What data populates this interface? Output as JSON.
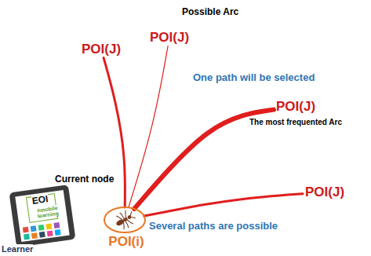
{
  "diagram": {
    "title": "Possible Arc",
    "nodes": [
      {
        "text": [
          "POI(J)"
        ]
      },
      {
        "text": [
          "POI(J)"
        ]
      },
      {
        "text": [
          "POI(J)"
        ]
      },
      {
        "text": [
          "POI(J)"
        ]
      },
      {
        "text": [
          "POI(i)"
        ]
      }
    ],
    "edges": [
      {
        "from": 4,
        "to": 1,
        "arrow": "none"
      },
      {
        "from": 4,
        "to": 0,
        "arrow": "none"
      },
      {
        "from": 4,
        "to": 2,
        "arrow": "none"
      },
      {
        "from": 4,
        "to": 3,
        "arrow": "none"
      }
    ],
    "labels": [
      "Current node",
      "One path will be selected",
      "The most frequented Arc",
      "Several paths are possible",
      "Learner",
      "EOI",
      "#mobile learning"
    ]
  }
}
